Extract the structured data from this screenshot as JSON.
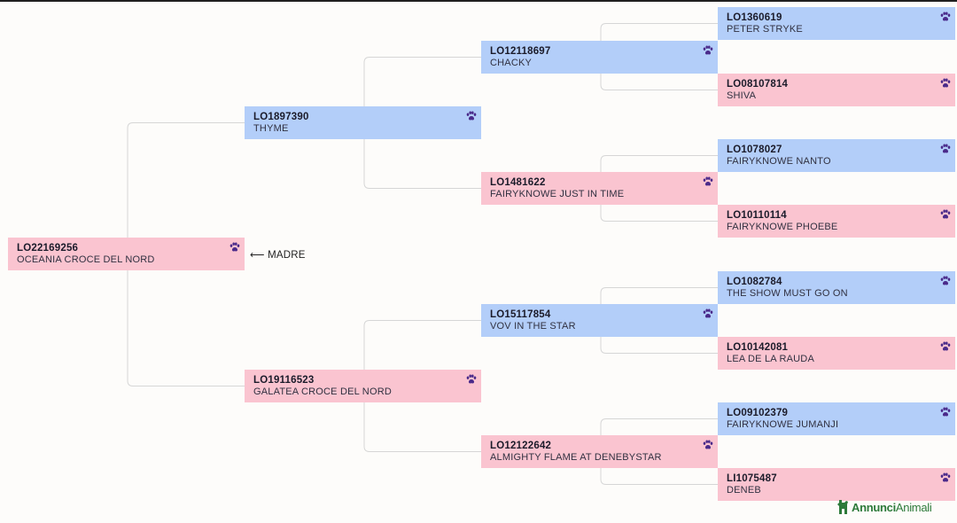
{
  "pedigree": {
    "root": {
      "code": "LO22169256",
      "name": "OCEANIA CROCE DEL NORD",
      "sex": "female"
    },
    "root_label": "MADRE",
    "gen1": [
      {
        "code": "LO1897390",
        "name": "THYME",
        "sex": "male"
      },
      {
        "code": "LO19116523",
        "name": "GALATEA CROCE DEL NORD",
        "sex": "female"
      }
    ],
    "gen2": [
      {
        "code": "LO12118697",
        "name": "CHACKY",
        "sex": "male"
      },
      {
        "code": "LO1481622",
        "name": "FAIRYKNOWE JUST IN TIME",
        "sex": "female"
      },
      {
        "code": "LO15117854",
        "name": "VOV IN THE STAR",
        "sex": "male"
      },
      {
        "code": "LO12122642",
        "name": "ALMIGHTY FLAME AT DENEBYSTAR",
        "sex": "female"
      }
    ],
    "gen3": [
      {
        "code": "LO1360619",
        "name": "PETER STRYKE",
        "sex": "male"
      },
      {
        "code": "LO08107814",
        "name": "SHIVA",
        "sex": "female"
      },
      {
        "code": "LO1078027",
        "name": "FAIRYKNOWE NANTO",
        "sex": "male"
      },
      {
        "code": "LO10110114",
        "name": "FAIRYKNOWE PHOEBE",
        "sex": "female"
      },
      {
        "code": "LO1082784",
        "name": "THE SHOW MUST GO ON",
        "sex": "male"
      },
      {
        "code": "LO10142081",
        "name": "LEA DE LA RAUDA",
        "sex": "female"
      },
      {
        "code": "LO09102379",
        "name": "FAIRYKNOWE JUMANJI",
        "sex": "male"
      },
      {
        "code": "LI1075487",
        "name": "DENEB",
        "sex": "female"
      }
    ]
  },
  "brand": {
    "part1": "Annunci",
    "part2": "Animali"
  },
  "colors": {
    "male": "#b3cef9",
    "female": "#fac4d0",
    "paw": "#4a2a8a",
    "connector": "#d6d6d6",
    "brand": "#2d7a3a"
  },
  "icons": {
    "paw": "paw-icon",
    "arrow": "arrow-left-icon",
    "logo": "dog-logo-icon"
  }
}
